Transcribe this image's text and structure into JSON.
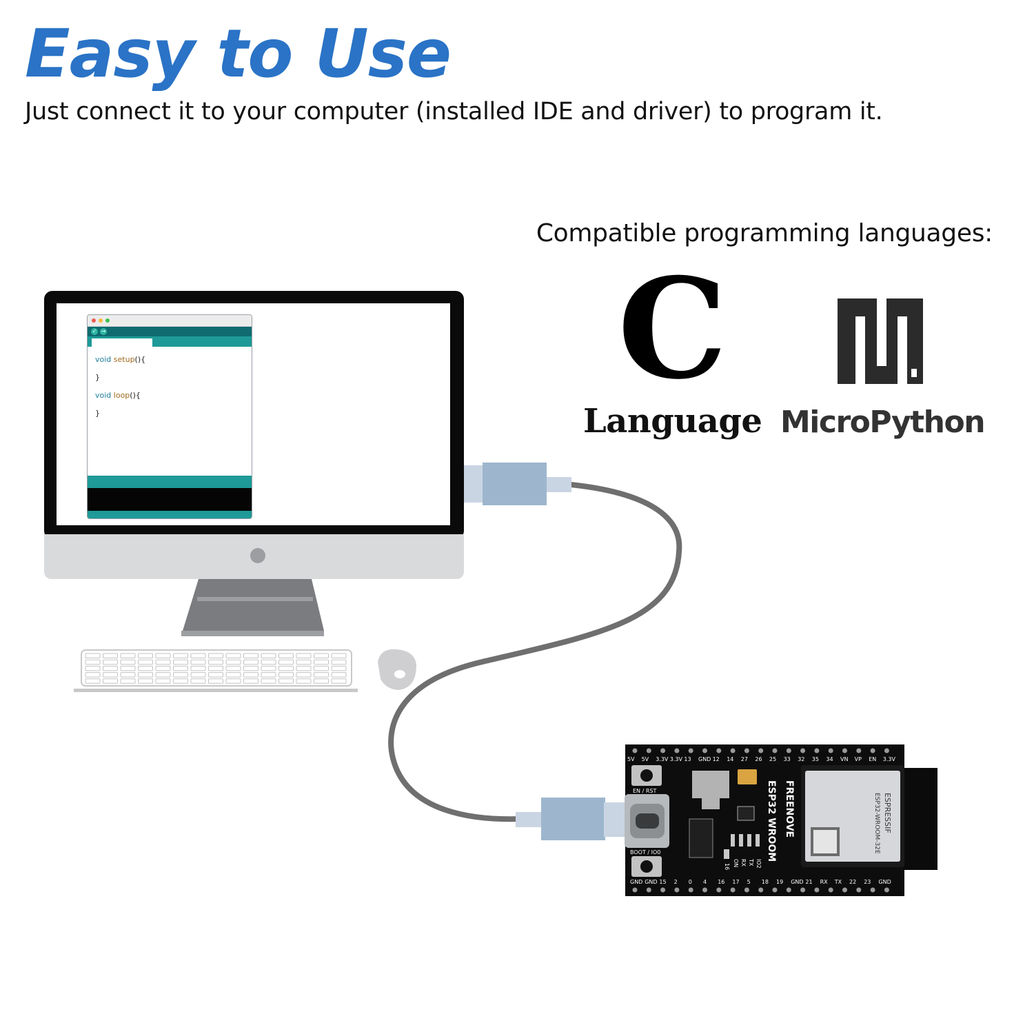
{
  "headline": "Easy to Use",
  "subline": "Just connect it to your computer (installed IDE and driver) to program it.",
  "languages": {
    "heading": "Compatible programming languages:",
    "c": {
      "letter": "C",
      "label": "Language"
    },
    "micropython": {
      "label": "MicroPython"
    }
  },
  "ide": {
    "code_lines": [
      {
        "keyword": "void",
        "name": "setup",
        "rest": "(){"
      },
      {
        "keyword": "",
        "name": "",
        "rest": "}"
      },
      {
        "keyword": "void",
        "name": "loop",
        "rest": "(){"
      },
      {
        "keyword": "",
        "name": "",
        "rest": "}"
      }
    ]
  },
  "board": {
    "title_line1": "FREENOVE",
    "title_line2": "ESP32 WROOM",
    "module_brand": "ESPRESSIF",
    "module_model": "ESP32-WROOM-32E",
    "top_pins": [
      "5V",
      "5V",
      "3.3V",
      "3.3V",
      "13",
      "GND",
      "12",
      "14",
      "27",
      "26",
      "25",
      "33",
      "32",
      "35",
      "34",
      "VN",
      "VP",
      "EN",
      "3.3V"
    ],
    "bottom_pins": [
      "GND",
      "GND",
      "15",
      "2",
      "0",
      "4",
      "16",
      "17",
      "5",
      "18",
      "19",
      "GND",
      "21",
      "RX",
      "TX",
      "22",
      "23",
      "GND"
    ],
    "button_en": "EN / RST",
    "button_boot": "BOOT / IO0",
    "led_labels": [
      "IO2",
      "TX",
      "RX",
      "ON"
    ],
    "led_pin": "16"
  }
}
